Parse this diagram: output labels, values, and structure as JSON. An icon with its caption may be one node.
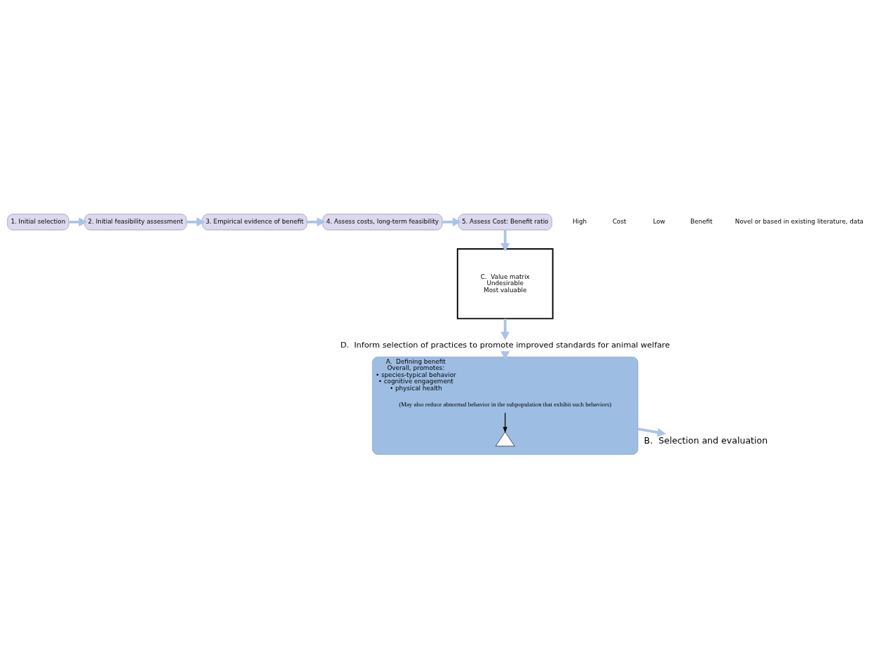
{
  "diagram": {
    "nodes": [
      {
        "text": [
          "A.  Defining benefit",
          "Overall, promotes:",
          "• species-typical behavior",
          "• cognitive engagement",
          "• physical health"
        ]
      },
      {
        "text": [
          "(May also reduce abnormal behavior in the subpopulation that exhibit such behaviors)"
        ],
        "in": 0
      },
      {
        "text": [],
        "shape": "triangle",
        "in": 0
      },
      {
        "text": [
          "B.  Selection and evaluation"
        ]
      },
      {
        "text": [
          "1. Initial selection"
        ]
      },
      {
        "text": [
          "2. Initial feasibility assessment"
        ]
      },
      {
        "text": [
          "3. Empirical evidence of benefit"
        ]
      },
      {
        "text": [
          "4. Assess costs, long-term feasibility"
        ]
      },
      {
        "text": [
          "5. Assess Cost: Benefit ratio"
        ]
      },
      {
        "text": [
          "C.  Value matrix",
          "Undesirable",
          "Most valuable"
        ]
      },
      {
        "text": [
          "D.  Inform selection of practices to promote improved standards for animal welfare"
        ]
      }
    ],
    "edges": [
      {
        "from": 1,
        "to": 2,
        "arrow": "to",
        "color": "#000000"
      },
      {
        "from": 0,
        "to": 3,
        "arrow": "to"
      },
      {
        "from": 4,
        "to": 5,
        "arrow": "to"
      },
      {
        "from": 5,
        "to": 6,
        "arrow": "to"
      },
      {
        "from": 6,
        "to": 7,
        "arrow": "to"
      },
      {
        "from": 7,
        "to": 8,
        "arrow": "to"
      },
      {
        "from": 8,
        "to": 9,
        "arrow": "to"
      },
      {
        "from": 9,
        "to": 10,
        "arrow": "to"
      },
      {
        "from": 10,
        "to": 0,
        "arrow": "to"
      }
    ],
    "labels": [
      "High",
      "Cost",
      "Low",
      "Benefit",
      "Novel or based in existing literature, data"
    ]
  }
}
